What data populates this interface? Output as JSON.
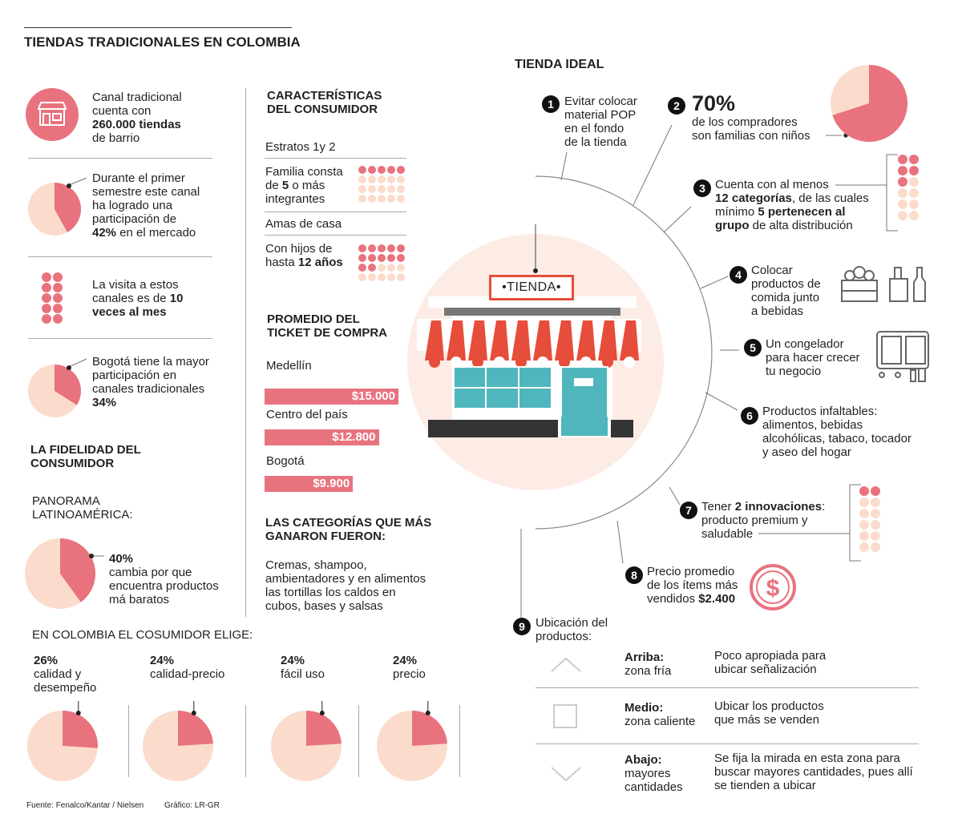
{
  "title": "TIENDAS TRADICIONALES EN COLOMBIA",
  "colors": {
    "pink": "#e8737e",
    "peach": "#fbdccc",
    "pale": "#fdece6",
    "awning": "#e64d3a",
    "teal": "#4fb6bd"
  },
  "left": {
    "canal": {
      "l1": "Canal tradicional",
      "l2": "cuenta con",
      "l3": "260.000 tiendas",
      "l4": "de barrio"
    },
    "semestre": {
      "l1": "Durante el primer",
      "l2": "semestre este canal",
      "l3": "ha logrado una",
      "l4": "participación de",
      "l5b": "42%",
      "l5": " en el mercado",
      "pct": 42
    },
    "visita": {
      "l1": "La visita a estos",
      "l2": "canales es de ",
      "l2b": "10",
      "l3": "veces al mes",
      "dots": 10
    },
    "bogota": {
      "l1": "Bogotá tiene la mayor",
      "l2": "participación en",
      "l3": "canales tradicionales",
      "l4": "34%",
      "pct": 34
    },
    "fidelidad": {
      "title1": "LA FIDELIDAD DEL",
      "title2": "CONSUMIDOR",
      "panorama1": "PANORAMA",
      "panorama2": "LATINOAMÉRICA:",
      "pct_label": "40%",
      "l1": "cambia por que",
      "l2": "encuentra productos",
      "l3": "má baratos",
      "pct": 40
    },
    "elige": {
      "title": "EN COLOMBIA EL COSUMIDOR ELIGE:",
      "items": [
        {
          "pct_label": "26%",
          "l1": "calidad y",
          "l2": "desempeño",
          "pct": 26
        },
        {
          "pct_label": "24%",
          "l1": "calidad-precio",
          "l2": "",
          "pct": 24
        },
        {
          "pct_label": "24%",
          "l1": "fácil uso",
          "l2": "",
          "pct": 24
        },
        {
          "pct_label": "24%",
          "l1": "precio",
          "l2": "",
          "pct": 24
        }
      ]
    },
    "fuente": "Fuente: Fenalco/Kantar / Nielsen",
    "grafico": "Gráfico: LR-GR"
  },
  "mid": {
    "caract_title1": "CARACTERÍSTICAS",
    "caract_title2": "DEL CONSUMIDOR",
    "estratos": "Estratos 1y 2",
    "familia": {
      "l1": "Familia consta",
      "l2a": "de ",
      "l2b": "5",
      "l2c": " o más",
      "l3": "integrantes",
      "filled": 5,
      "total": 20
    },
    "amas": "Amas de casa",
    "hijos": {
      "l1": "Con hijos de",
      "l2a": "hasta ",
      "l2b": "12 años",
      "filled": 12,
      "total": 20
    },
    "ticket_title1": "PROMEDIO DEL",
    "ticket_title2": "TICKET DE COMPRA",
    "tickets": [
      {
        "city": "Medellín",
        "label": "$15.000",
        "value": 15000
      },
      {
        "city": "Centro del país",
        "label": "$12.800",
        "value": 12800
      },
      {
        "city": "Bogotá",
        "label": "$9.900",
        "value": 9900
      }
    ],
    "cat_title1": "LAS CATEGORÍAS QUE MÁS",
    "cat_title2": "GANARON FUERON:",
    "cat_text": [
      "Cremas, shampoo,",
      "ambientadores y en alimentos",
      "las tortillas los caldos en",
      "cubos, bases y salsas"
    ]
  },
  "ideal": {
    "title": "TIENDA IDEAL",
    "sign": "•TIENDA•",
    "i1": {
      "n": "1",
      "lines": [
        "Evitar colocar",
        "material POP",
        "en el fondo",
        "de la tienda"
      ]
    },
    "i2": {
      "n": "2",
      "big": "70%",
      "lines": [
        "de los compradores",
        "son familias con niños"
      ],
      "pct": 70
    },
    "i3": {
      "n": "3",
      "l1": "Cuenta con al menos",
      "l2b": "12 categorías",
      "l2": ", de las cuales",
      "l3": "mínimo ",
      "l3b": "5 pertenecen al",
      "l4b": "grupo",
      "l4": " de alta distribución",
      "filled": 5,
      "total": 12
    },
    "i4": {
      "n": "4",
      "lines": [
        "Colocar",
        "productos de",
        "comida junto",
        "a bebidas"
      ]
    },
    "i5": {
      "n": "5",
      "lines": [
        "Un congelador",
        "para hacer crecer",
        "tu negocio"
      ]
    },
    "i6": {
      "n": "6",
      "lines": [
        "Productos infaltables:",
        "alimentos, bebidas",
        "alcohólicas, tabaco, tocador",
        "y aseo del hogar"
      ]
    },
    "i7": {
      "n": "7",
      "l1": "Tener ",
      "l1b": "2 innovaciones",
      "l1c": ":",
      "l2": "producto premium y",
      "l3": "saludable",
      "filled": 2,
      "total": 12
    },
    "i8": {
      "n": "8",
      "l1": "Precio promedio",
      "l2": "de los ítems más",
      "l3": "vendidos ",
      "l3b": "$2.400"
    },
    "i9": {
      "n": "9",
      "l1": "Ubicación del",
      "l2": "productos:"
    },
    "shelves": [
      {
        "zone": "Arriba:",
        "sub": "zona fría",
        "desc": [
          "Poco apropiada para",
          "ubicar señalización"
        ]
      },
      {
        "zone": "Medio:",
        "sub": "zona caliente",
        "desc": [
          "Ubicar los productos",
          "que más se venden"
        ]
      },
      {
        "zone": "Abajo:",
        "sub": "mayores cantidades",
        "desc": [
          "Se fija la mirada en esta zona para",
          "buscar mayores cantidades, pues allí",
          "se tienden a ubicar"
        ]
      }
    ]
  }
}
